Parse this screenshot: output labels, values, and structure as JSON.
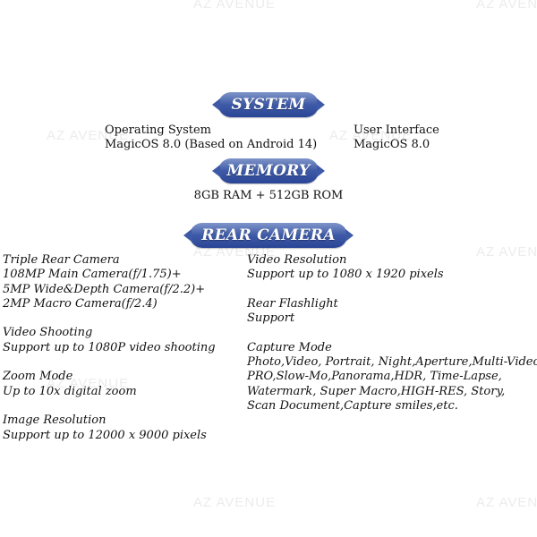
{
  "watermark": "AZ AVENUE",
  "system": {
    "title": "SYSTEM",
    "os_label": "Operating System",
    "os_value": "MagicOS 8.0 (Based on Android 14)",
    "ui_label": "User Interface",
    "ui_value": "MagicOS 8.0"
  },
  "memory": {
    "title": "MEMORY",
    "value": "8GB RAM + 512GB ROM"
  },
  "rear_camera": {
    "title": "REAR CAMERA",
    "left": {
      "triple_label": "Triple Rear Camera",
      "triple_lines": [
        "108MP Main Camera(f/1.75)+",
        "5MP Wide&Depth Camera(f/2.2)+",
        "2MP Macro Camera(f/2.4)"
      ],
      "video_shooting_label": "Video Shooting",
      "video_shooting_value": "Support up to 1080P video shooting",
      "zoom_label": "Zoom Mode",
      "zoom_value": "Up to 10x digital zoom",
      "image_res_label": "Image Resolution",
      "image_res_value": "Support up to 12000 x 9000 pixels"
    },
    "right": {
      "video_res_label": "Video Resolution",
      "video_res_value": "Support up to 1080 x 1920 pixels",
      "flash_label": "Rear Flashlight",
      "flash_value": "Support",
      "capture_label": "Capture Mode",
      "capture_lines": [
        "Photo,Video, Portrait, Night,Aperture,Multi-Video,",
        "PRO,Slow-Mo,Panorama,HDR, Time-Lapse,",
        "Watermark, Super Macro,HIGH-RES, Story,",
        "Scan Document,Capture smiles,etc."
      ]
    }
  }
}
